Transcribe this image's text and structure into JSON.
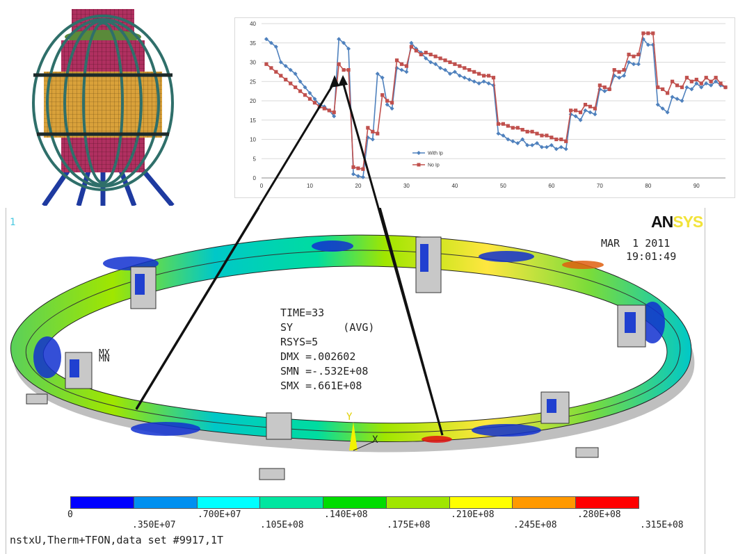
{
  "chart_data": {
    "type": "line",
    "x": [
      1,
      2,
      3,
      4,
      5,
      6,
      7,
      8,
      9,
      10,
      11,
      12,
      13,
      14,
      15,
      16,
      17,
      18,
      19,
      20,
      21,
      22,
      23,
      24,
      25,
      26,
      27,
      28,
      29,
      30,
      31,
      32,
      33,
      34,
      35,
      36,
      37,
      38,
      39,
      40,
      41,
      42,
      43,
      44,
      45,
      46,
      47,
      48,
      49,
      50,
      51,
      52,
      53,
      54,
      55,
      56,
      57,
      58,
      59,
      60,
      61,
      62,
      63,
      64,
      65,
      66,
      67,
      68,
      69,
      70,
      71,
      72,
      73,
      74,
      75,
      76,
      77,
      78,
      79,
      80,
      81,
      82,
      83,
      84,
      85,
      86,
      87,
      88,
      89,
      90,
      91,
      92,
      93,
      94,
      95,
      96
    ],
    "series": [
      {
        "name": "With Ip",
        "color": "#4f81bd",
        "marker": "diamond",
        "values": [
          36,
          35,
          34,
          30,
          29,
          28,
          27,
          25,
          23.5,
          22,
          20.5,
          19,
          18.5,
          17.5,
          16,
          36,
          35,
          33.5,
          1,
          0.5,
          0.2,
          10.5,
          10,
          27,
          26,
          19,
          18,
          28.5,
          28,
          27.5,
          35,
          33.5,
          32.5,
          31,
          30,
          29.5,
          28.5,
          28,
          27,
          27.5,
          26.5,
          26,
          25.5,
          25,
          24.5,
          25,
          24.5,
          24,
          11.5,
          11,
          10,
          9.5,
          9,
          10,
          8.5,
          8.5,
          9,
          8,
          8,
          8.5,
          7.5,
          8,
          7.5,
          16.5,
          16,
          15,
          17.5,
          17,
          16.5,
          23,
          22.5,
          23,
          26.5,
          26,
          26.5,
          30,
          29.5,
          29.5,
          36,
          34.5,
          34.5,
          19,
          18,
          17,
          21,
          20.5,
          20,
          23.5,
          23,
          24.5,
          23.5,
          24.5,
          24,
          25,
          24,
          23.5
        ]
      },
      {
        "name": "No Ip",
        "color": "#c0504d",
        "marker": "square",
        "values": [
          29.5,
          28.5,
          27.5,
          26.5,
          25.5,
          24.5,
          23.5,
          22.5,
          21.5,
          20.5,
          19.5,
          18.5,
          18,
          17.5,
          17,
          29.5,
          28,
          28,
          2.8,
          2.5,
          2.3,
          13,
          12,
          11.5,
          21.5,
          20,
          19.5,
          30.5,
          29.5,
          29,
          34,
          33,
          32,
          32.5,
          32,
          31.5,
          31,
          30.5,
          30,
          29.5,
          29,
          28.5,
          28,
          27.5,
          27,
          26.5,
          26.5,
          26,
          14,
          14,
          13.5,
          13,
          13,
          12.5,
          12,
          12,
          11.5,
          11,
          11,
          10.5,
          10,
          10,
          9.5,
          17.5,
          17.5,
          17,
          19,
          18.5,
          18,
          24,
          23.5,
          23,
          28,
          27.5,
          28,
          32,
          31.5,
          32,
          37.5,
          37.5,
          37.5,
          23.5,
          23,
          22,
          25,
          24,
          23.5,
          26,
          25,
          25.5,
          24.5,
          26,
          25,
          26,
          24.5,
          23.5
        ]
      }
    ],
    "xlim": [
      0,
      96
    ],
    "ylim": [
      0,
      40
    ],
    "xticks": [
      "0",
      "10",
      "20",
      "30",
      "40",
      "50",
      "60",
      "70",
      "80",
      "90"
    ],
    "yticks": [
      "0",
      "5",
      "10",
      "15",
      "20",
      "25",
      "30",
      "35",
      "40"
    ],
    "grid": true,
    "legend": "inside-bottom-left"
  },
  "fea": {
    "viewport_number": "1",
    "logo_an": "AN",
    "logo_sys": "SYS",
    "date": "MAR  1 2011",
    "time": "19:01:49",
    "info": [
      "TIME=33",
      "SY        (AVG)",
      "RSYS=5",
      "DMX =.002602",
      "SMN =-.532E+08",
      "SMX =.661E+08"
    ],
    "mx_label": "MX",
    "mn_label": "MN",
    "axis_y": "Y",
    "axis_x": "X",
    "colorbar_colors": [
      "#0000ff",
      "#0090f0",
      "#00ffff",
      "#00e6a0",
      "#00dc00",
      "#a0e600",
      "#ffff00",
      "#ff9900",
      "#ff0000"
    ],
    "colorbar_labels_top": [
      "0",
      ".700E+07",
      ".140E+08",
      ".210E+08",
      ".280E+08"
    ],
    "colorbar_labels_bottom": [
      ".350E+07",
      ".105E+08",
      ".175E+08",
      ".245E+08",
      ".315E+08"
    ],
    "footer": "nstxU,Therm+TFON,data set #9917,1T"
  }
}
